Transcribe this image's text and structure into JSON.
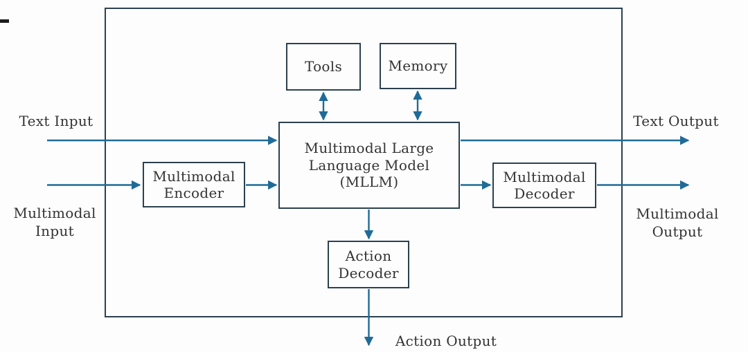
{
  "figure": {
    "type": "block-diagram",
    "colors": {
      "arrow": "#1f6b97",
      "box_border": "#2b4050",
      "text": "#333333",
      "background": "#fdfdfd"
    },
    "nodes": {
      "tools": {
        "label": "Tools"
      },
      "memory": {
        "label": "Memory"
      },
      "mllm": {
        "label": "Multimodal Large\nLanguage Model\n(MLLM)"
      },
      "multimodal_encoder": {
        "label": "Multimodal\nEncoder"
      },
      "multimodal_decoder": {
        "label": "Multimodal\nDecoder"
      },
      "action_decoder": {
        "label": "Action\nDecoder"
      }
    },
    "io": {
      "text_input": "Text Input",
      "multimodal_input": "Multimodal\nInput",
      "text_output": "Text Output",
      "multimodal_output": "Multimodal\nOutput",
      "action_output": "Action Output"
    },
    "edges": [
      {
        "from": "text-input",
        "to": "mllm",
        "style": "arrow"
      },
      {
        "from": "multimodal-input",
        "to": "multimodal-encoder",
        "style": "arrow"
      },
      {
        "from": "multimodal-encoder",
        "to": "mllm",
        "style": "arrow"
      },
      {
        "from": "mllm",
        "to": "multimodal-decoder",
        "style": "arrow"
      },
      {
        "from": "mllm",
        "to": "text-output",
        "style": "arrow"
      },
      {
        "from": "multimodal-decoder",
        "to": "multimodal-output",
        "style": "arrow"
      },
      {
        "from": "tools",
        "to": "mllm",
        "style": "double-arrow"
      },
      {
        "from": "memory",
        "to": "mllm",
        "style": "double-arrow"
      },
      {
        "from": "mllm",
        "to": "action-decoder",
        "style": "arrow"
      },
      {
        "from": "action-decoder",
        "to": "action-output",
        "style": "arrow"
      }
    ]
  }
}
